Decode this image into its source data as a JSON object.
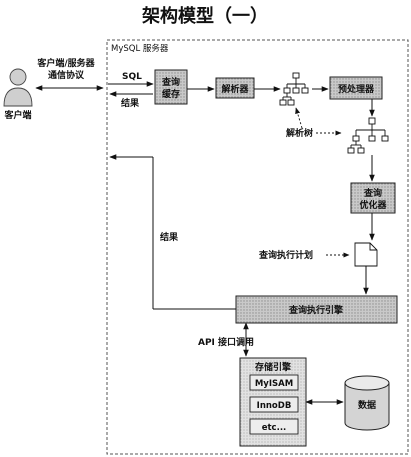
{
  "title": "架构模型（一）",
  "server_label": "MySQL 服务器",
  "client": {
    "label": "客户端",
    "protocol_line1": "客户端/服务器",
    "protocol_line2": "通信协议",
    "sql_label": "SQL",
    "result_label": "结果"
  },
  "boxes": {
    "query_cache_line1": "查询",
    "query_cache_line2": "缓存",
    "parser": "解析器",
    "preprocessor": "预处理器",
    "optimizer_line1": "查询",
    "optimizer_line2": "优化器",
    "execution_engine": "查询执行引擎"
  },
  "labels": {
    "parse_tree": "解析树",
    "query_plan": "查询执行计划",
    "result_back": "结果",
    "api_calls": "API 接口调用"
  },
  "storage": {
    "title": "存储引擎",
    "engines": [
      "MyISAM",
      "InnoDB",
      "etc..."
    ],
    "data_label": "数据"
  }
}
